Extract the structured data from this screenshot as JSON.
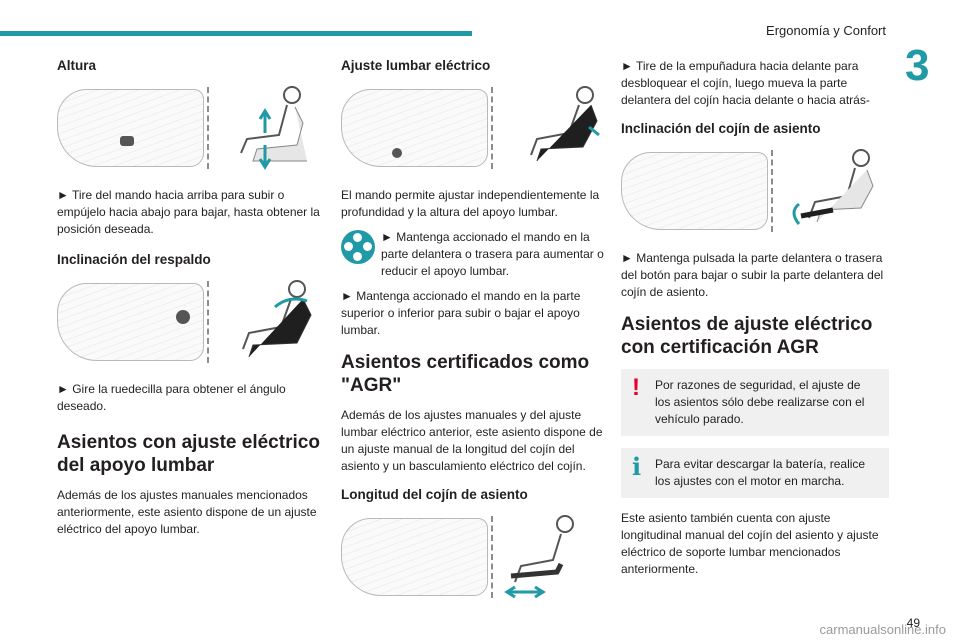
{
  "header": {
    "title": "Ergonomía y Confort",
    "chapter": "3"
  },
  "colors": {
    "accent": "#1f9aa6",
    "warning": "#e4002b",
    "text": "#231f20"
  },
  "col1": {
    "h_altura": "Altura",
    "p_altura": "► Tire del mando hacia arriba para subir o empújelo hacia abajo para bajar, hasta obtener la posición deseada.",
    "h_respaldo": "Inclinación del respaldo",
    "p_respaldo": "► Gire la ruedecilla para obtener el ángulo deseado.",
    "h2_lumbar": "Asientos con ajuste eléctrico del apoyo lumbar",
    "p_lumbar": "Además de los ajustes manuales mencionados anteriormente, este asiento dispone de un ajuste eléctrico del apoyo lumbar."
  },
  "col2": {
    "h_ajuste_lumbar": "Ajuste lumbar eléctrico",
    "p1": "El mando permite ajustar independientemente la profundidad y la altura del apoyo lumbar.",
    "p2": "► Mantenga accionado el mando en la parte delantera o trasera para aumentar o reducir el apoyo lumbar.",
    "p3": "► Mantenga accionado el mando en la parte superior o inferior para subir o bajar el apoyo lumbar.",
    "h2_agr": "Asientos certificados como \"AGR\"",
    "p_agr": "Además de los ajustes manuales y del ajuste lumbar eléctrico anterior, este asiento dispone de un ajuste manual de la longitud del cojín del asiento y un basculamiento eléctrico del cojín.",
    "h_longitud": "Longitud del cojín de asiento"
  },
  "col3": {
    "p_longitud": "► Tire de la empuñadura hacia delante para desbloquear el cojín, luego mueva la parte delantera del cojín hacia delante o hacia atrás-",
    "h_inclinacion": "Inclinación del cojín de asiento",
    "p_inclinacion": "► Mantenga pulsada la parte delantera o trasera del botón para bajar o subir la parte delantera del cojín de asiento.",
    "h2_electrico": "Asientos de ajuste eléctrico con certificación AGR",
    "warn_mark": "!",
    "warn": "Por razones de seguridad, el ajuste de los asientos sólo debe realizarse con el vehículo parado.",
    "info_mark": "i",
    "info": "Para evitar descargar la batería, realice los ajustes con el motor en marcha.",
    "p_final": "Este asiento también cuenta con ajuste longitudinal manual del cojín del asiento y ajuste eléctrico de soporte lumbar mencionados anteriormente."
  },
  "footer": {
    "page": "49",
    "watermark": "carmanualsonline.info"
  }
}
